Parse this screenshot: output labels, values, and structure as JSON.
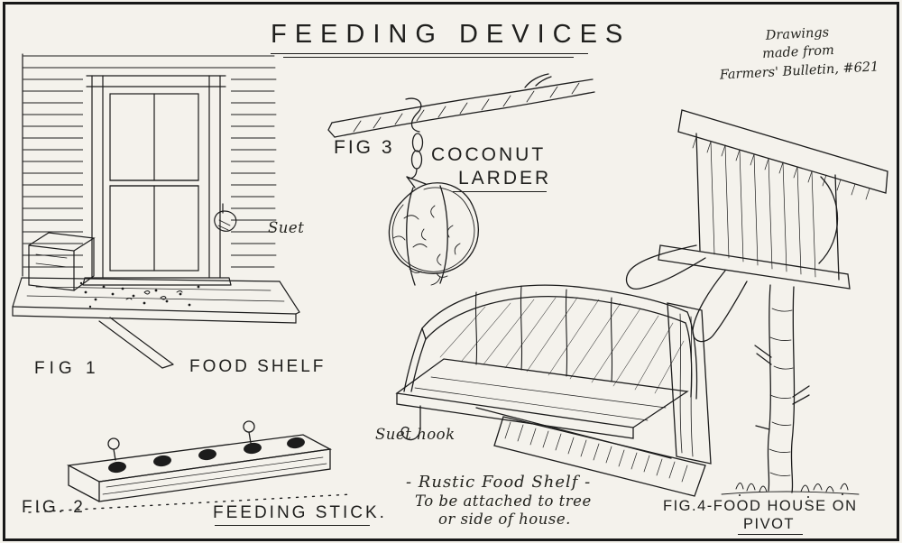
{
  "colors": {
    "ink": "#1c1c1c",
    "paper": "#f4f2ec"
  },
  "header": {
    "title": "FEEDING DEVICES"
  },
  "credit": {
    "line1": "Drawings",
    "line2": "made from",
    "line3": "Farmers' Bulletin, #621"
  },
  "fig1": {
    "label": "FIG 1",
    "caption": "FOOD SHELF",
    "suet": "Suet"
  },
  "fig2": {
    "label": "FIG. 2",
    "caption": "FEEDING STICK."
  },
  "fig3": {
    "label": "FIG 3",
    "caption1": "COCONUT",
    "caption2": "LARDER"
  },
  "fig4": {
    "caption1": "FIG.4-FOOD HOUSE ON",
    "caption2": "PIVOT"
  },
  "rustic": {
    "hook_label": "Suet hook",
    "caption1": "- Rustic Food Shelf -",
    "caption2": "To be attached to tree",
    "caption3": "or side of house."
  }
}
